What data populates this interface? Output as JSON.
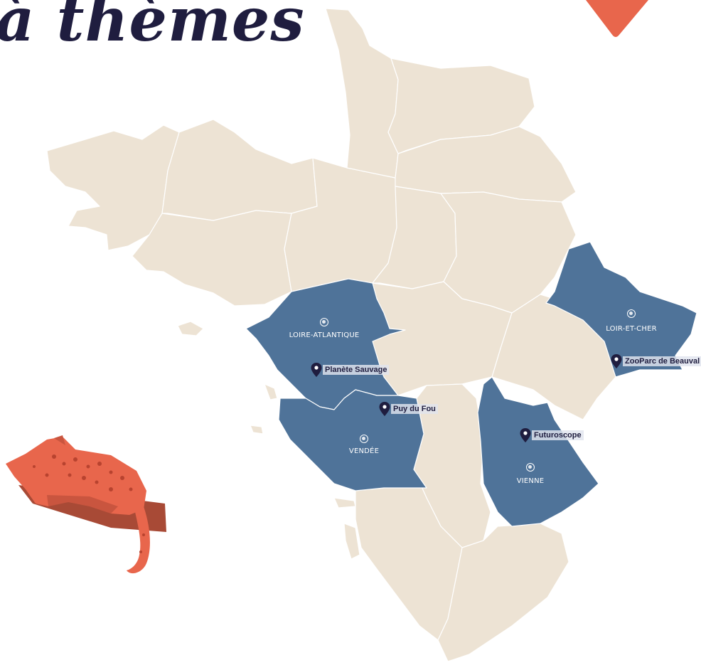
{
  "header": {
    "title": "à thèmes"
  },
  "colors": {
    "base_region": "#ede3d4",
    "highlight_region": "#4f7399",
    "border": "#ffffff",
    "title": "#1f1d3f",
    "accent": "#e8664c",
    "pin": "#1f1d3f"
  },
  "departments": [
    {
      "name": "LOIRE-ATLANTIQUE",
      "highlighted": true
    },
    {
      "name": "VENDÉE",
      "highlighted": true
    },
    {
      "name": "VIENNE",
      "highlighted": true
    },
    {
      "name": "LOIR-ET-CHER",
      "highlighted": true
    }
  ],
  "parks": [
    {
      "name": "Planète Sauvage",
      "icon": "map-pin-icon"
    },
    {
      "name": "Puy du Fou",
      "icon": "map-pin-icon"
    },
    {
      "name": "Futuroscope",
      "icon": "map-pin-icon"
    },
    {
      "name": "ZooParc de Beauval",
      "icon": "map-pin-icon"
    }
  ],
  "decor": {
    "illustration": "leopard-illustration",
    "corner": "accent-triangle"
  }
}
